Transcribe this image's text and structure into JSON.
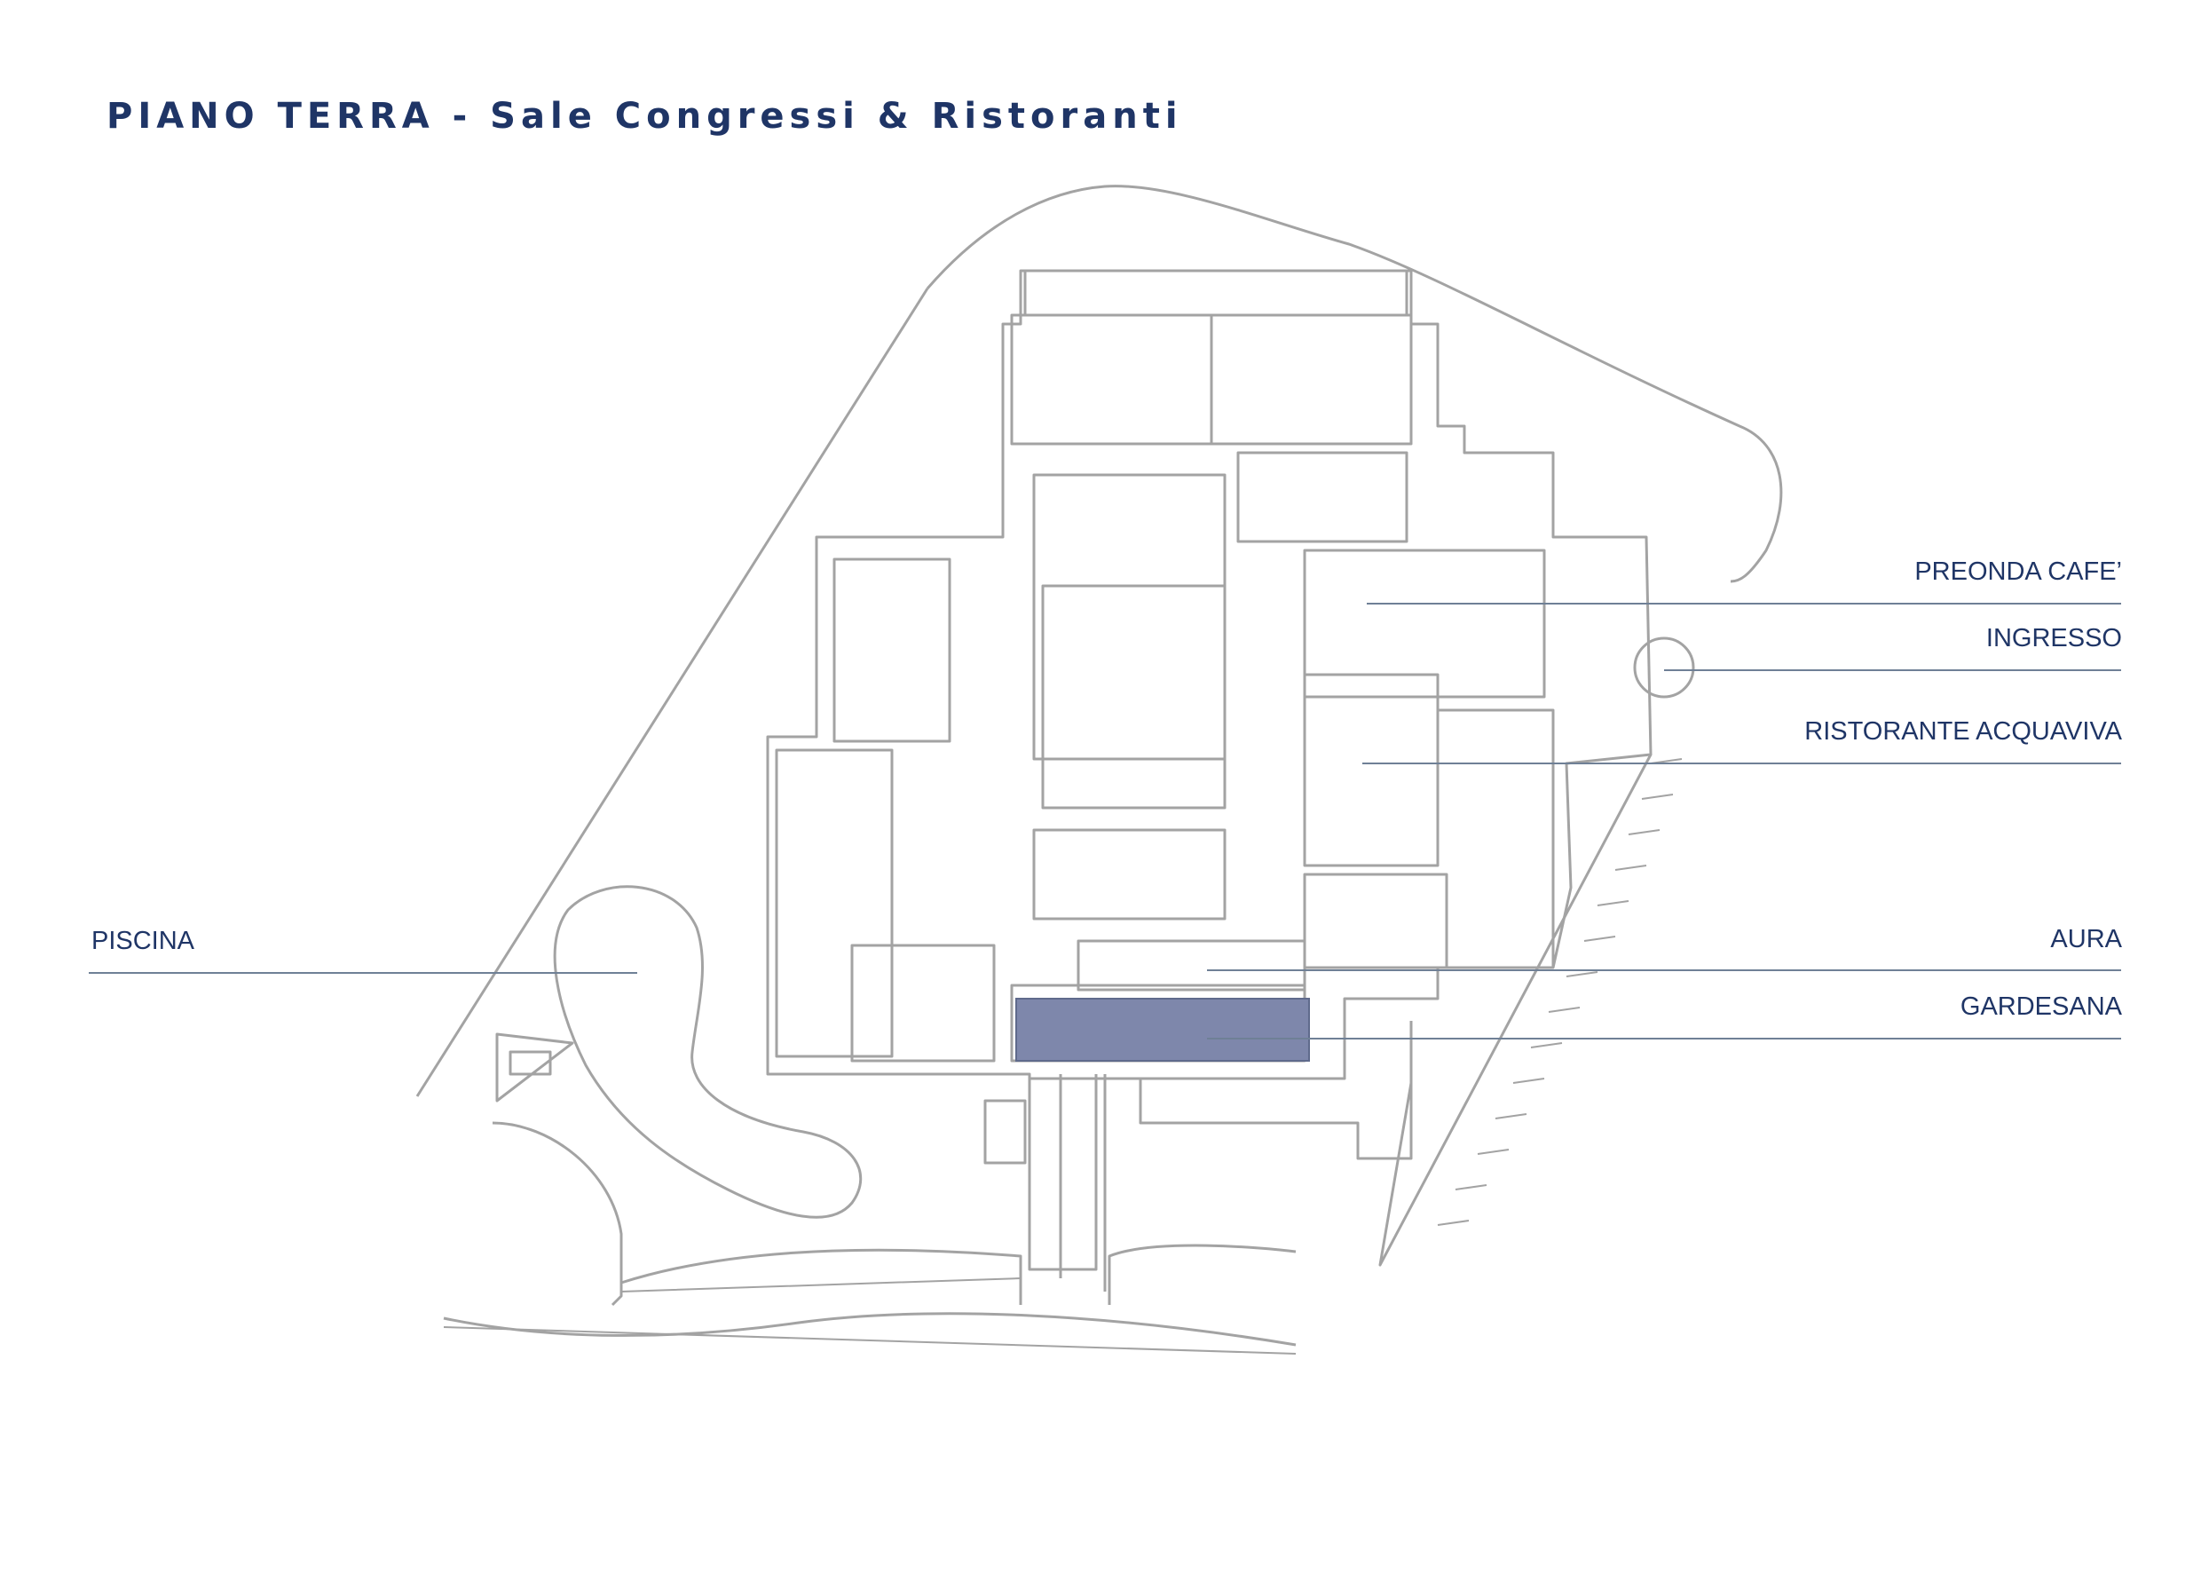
{
  "header": {
    "title": "PIANO TERRA - Sale Congressi & Ristoranti"
  },
  "labels": {
    "preonda": "PREONDA CAFE’",
    "ingresso": "INGRESSO",
    "ristorante": "RISTORANTE ACQUAVIVA",
    "aura": "AURA",
    "gardesana": "GARDESANA",
    "piscina": "PISCINA"
  },
  "colors": {
    "title": "#1f3566",
    "plan_lines": "#a3a3a3",
    "leader_lines": "#6f8096",
    "highlight": "#7e87ab"
  }
}
